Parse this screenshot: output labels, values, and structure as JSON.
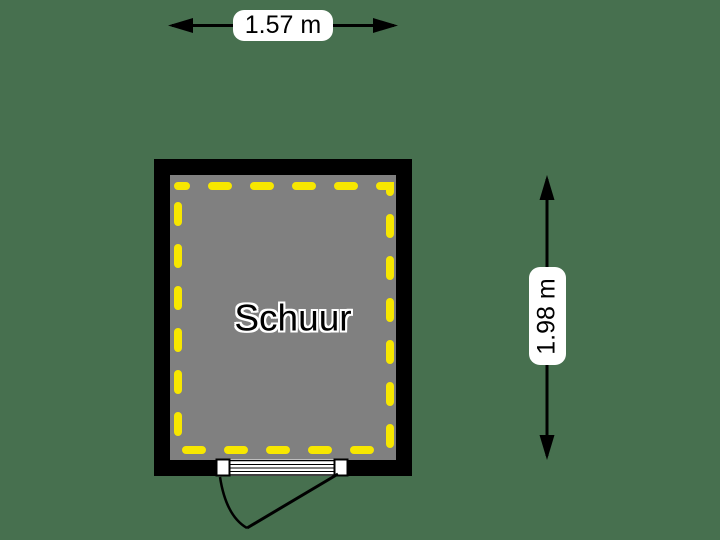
{
  "room": {
    "name": "Schuur"
  },
  "dimensions": {
    "width_label": "1.57 m",
    "height_label": "1.98 m"
  },
  "colors": {
    "background": "#47704F",
    "wall": "#000000",
    "floor": "#808080",
    "dashed_outline": "#F7E700",
    "dimension_label_bg": "#FFFFFF",
    "text": "#000000",
    "door_fill": "#FFFFFF"
  }
}
